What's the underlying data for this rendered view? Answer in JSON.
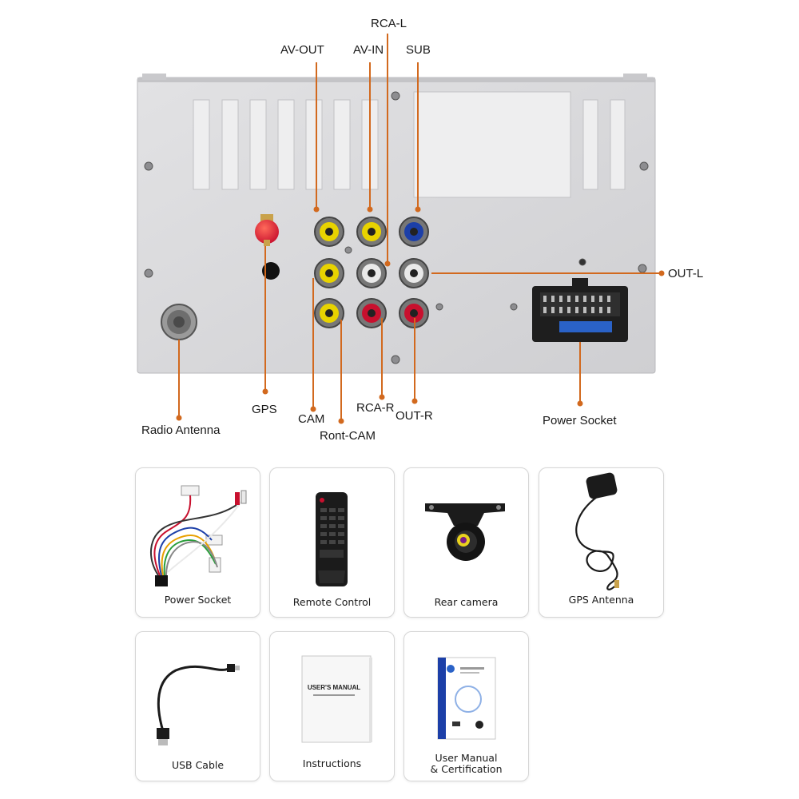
{
  "diagram": {
    "labels": {
      "rca_l": "RCA-L",
      "av_out": "AV-OUT",
      "av_in": "AV-IN",
      "sub": "SUB",
      "out_l": "OUT-L",
      "gps": "GPS",
      "cam": "CAM",
      "rca_r": "RCA-R",
      "out_r": "OUT-R",
      "ront_cam": "Ront-CAM",
      "radio_antenna": "Radio Antenna",
      "power_socket": "Power Socket"
    },
    "colors": {
      "leader_line": "#d2691e",
      "panel": "#d7d7d9",
      "rca_yellow": "#e8d300",
      "rca_white": "#e9e9e9",
      "rca_red": "#c8102e",
      "rca_blue": "#1c3fa8"
    }
  },
  "accessories": [
    {
      "label": "Power Socket",
      "icon": "wiring-harness-icon"
    },
    {
      "label": "Remote Control",
      "icon": "remote-control-icon"
    },
    {
      "label": "Rear camera",
      "icon": "rear-camera-icon"
    },
    {
      "label": "GPS Antenna",
      "icon": "gps-antenna-icon"
    },
    {
      "label": "USB Cable",
      "icon": "usb-cable-icon"
    },
    {
      "label": "Instructions",
      "icon": "manual-booklet-icon",
      "booklet_title": "USER'S MANUAL"
    },
    {
      "label_line1": "User Manual",
      "label_line2": "& Certification",
      "icon": "certificate-icon"
    }
  ]
}
